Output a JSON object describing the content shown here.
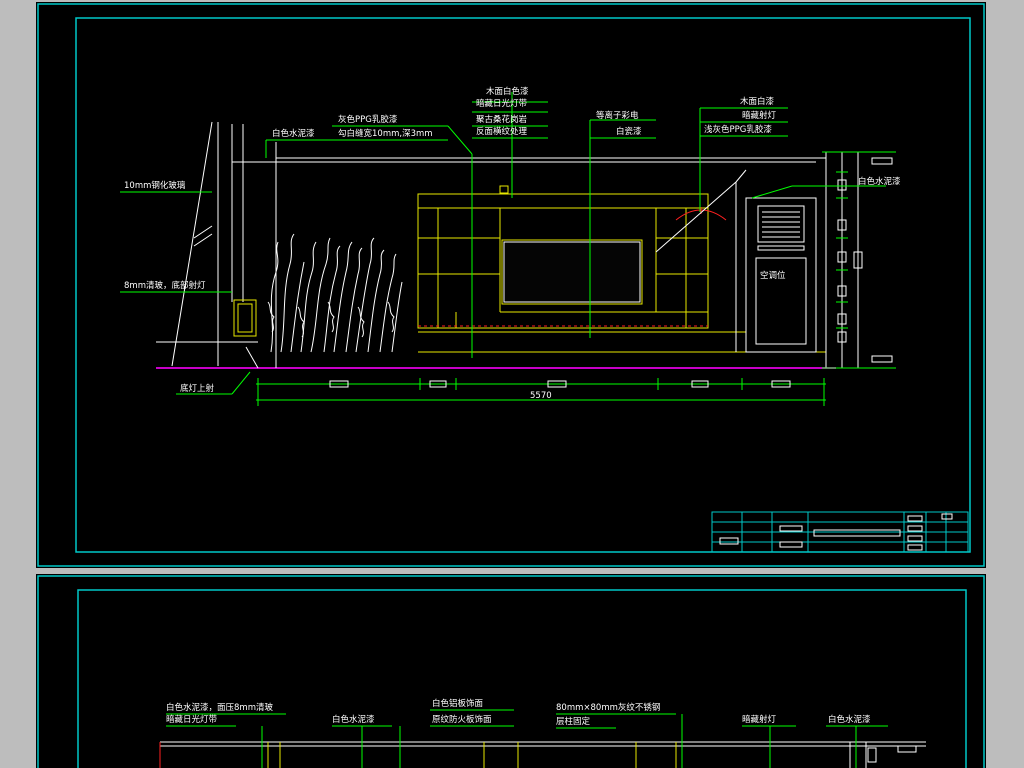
{
  "colors": {
    "background": "#000000",
    "frame": "#00c8c8",
    "linework": "#ffffff",
    "callout": "#00ff00",
    "furniture": "#e8e800",
    "floor": "#c800c8",
    "accent_red": "#ff2020"
  },
  "top_sheet": {
    "annotations": {
      "white_cement_paint_1": "白色水泥漆",
      "gray_ppg_latex_1": "灰色PPG乳胶漆",
      "gray_ppg_latex_2": "勾白缝宽10mm,深3mm",
      "wood_white_paint_1": "木面白色漆",
      "wood_white_paint_2": "暗藏日光灯带",
      "marble_1": "聚古桑花岗岩",
      "marble_2": "反面横纹处理",
      "tv_1": "等离子彩电",
      "tv_2": "白瓷漆",
      "right_white_paint": "木面白漆",
      "right_spotlight": "暗藏射灯",
      "right_gray_latex": "浅灰色PPG乳胶漆",
      "right_white_cement": "白色水泥漆",
      "glass_10mm": "10mm钢化玻璃",
      "glass_8mm": "8mm清玻，底部射灯",
      "floor_light": "底灯上射",
      "aircon": "空调位"
    },
    "dimension_total": "5570"
  },
  "bottom_sheet": {
    "annotations": {
      "left_1": "白色水泥漆，面压8mm清玻",
      "left_2": "暗藏日光灯带",
      "white_cement_2": "白色水泥漆",
      "board_1": "白色铝板饰面",
      "board_2": "原纹防火板饰面",
      "steel_1": "80mm×80mm灰纹不锈钢",
      "steel_2": "层柱固定",
      "spotlight": "暗藏射灯",
      "white_cement_3": "白色水泥漆"
    }
  }
}
